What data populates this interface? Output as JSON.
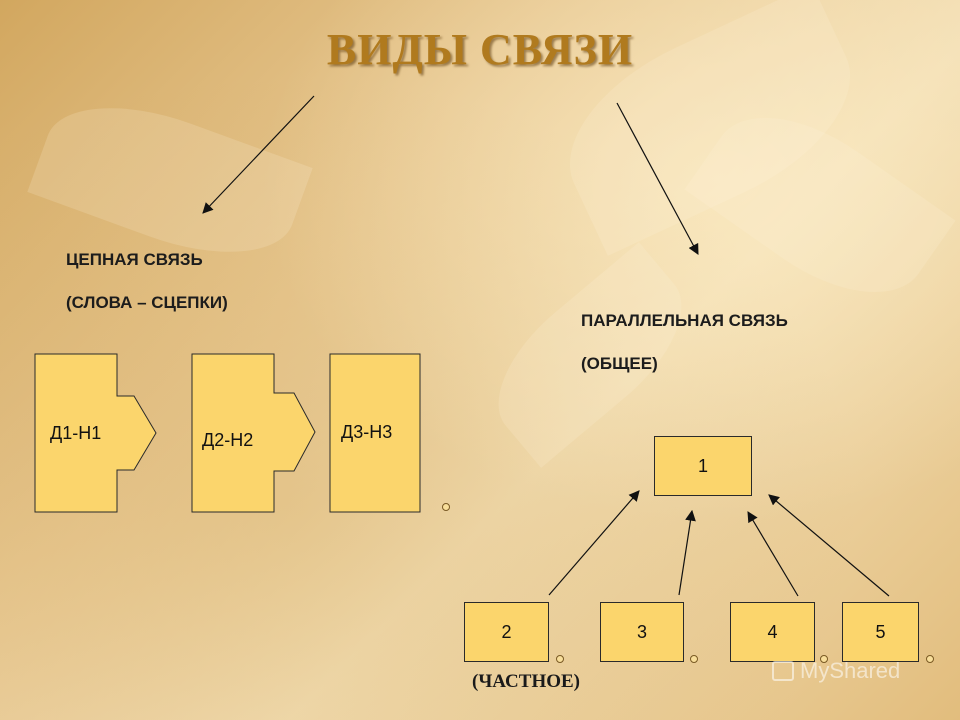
{
  "title": "ВИДЫ СВЯЗИ",
  "chain": {
    "label_line1": "ЦЕПНАЯ СВЯЗЬ",
    "label_line2": "(СЛОВА – СЦЕПКИ)",
    "blocks": [
      "Д1-Н1",
      "Д2-Н2",
      "Д3-Н3"
    ]
  },
  "parallel": {
    "label_line1": "ПАРАЛЛЕЛЬНАЯ СВЯЗЬ",
    "label_line2": "(ОБЩЕЕ)",
    "top_box": "1",
    "bottom_boxes": [
      "2",
      "3",
      "4",
      "5"
    ],
    "caption": "(ЧАСТНОЕ)"
  },
  "watermark": "MyShared"
}
